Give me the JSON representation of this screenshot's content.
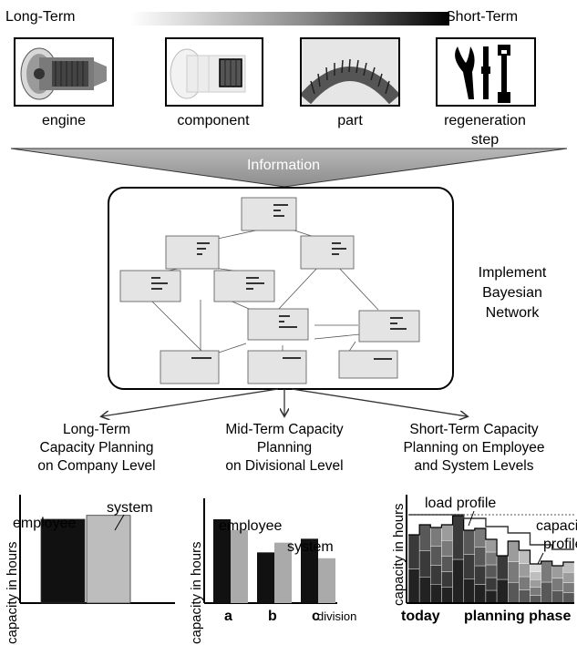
{
  "scale": {
    "left_label": "Long-Term",
    "right_label": "Short-Term"
  },
  "objects": [
    {
      "label": "engine",
      "icon": "engine-icon"
    },
    {
      "label": "component",
      "icon": "component-icon"
    },
    {
      "label": "part",
      "icon": "part-icon"
    },
    {
      "label": "regeneration step",
      "icon": "tools-icon"
    }
  ],
  "funnel_label": "Information",
  "network": {
    "caption": "Implement Bayesian Network",
    "caption_lines": [
      "Implement",
      "Bayesian",
      "Network"
    ]
  },
  "outputs": {
    "long": [
      "Long-Term",
      "Capacity Planning",
      "on Company Level"
    ],
    "mid": [
      "Mid-Term Capacity",
      "Planning",
      "on Divisional Level"
    ],
    "short": [
      "Short-Term Capacity",
      "Planning on Employee",
      "and System Levels"
    ]
  },
  "chart_data": [
    {
      "type": "bar",
      "ylabel": "capacity in hours",
      "series": [
        {
          "name": "employee",
          "values": [
            8.6
          ],
          "color": "#111111"
        },
        {
          "name": "system",
          "values": [
            9.0
          ],
          "color": "#bdbdbd"
        }
      ],
      "ylim": [
        0,
        10
      ]
    },
    {
      "type": "bar",
      "ylabel": "capacity in hours",
      "xlabel": "division",
      "categories": [
        "a",
        "b",
        "c"
      ],
      "series": [
        {
          "name": "employee",
          "values": [
            8.6,
            5.2,
            6.6
          ],
          "color": "#111111"
        },
        {
          "name": "system",
          "values": [
            7.5,
            6.2,
            4.6
          ],
          "color": "#aaaaaa"
        }
      ],
      "ylim": [
        0,
        10
      ]
    },
    {
      "type": "area",
      "ylabel": "capacity in hours",
      "xlabel_left": "today",
      "xlabel_right": "planning phase",
      "annotations": [
        "load profile",
        "capacity profile"
      ],
      "load_profile": [
        7.5,
        8.6,
        8.3,
        8.6,
        9.6,
        8.0,
        8.2,
        7.0,
        5.2,
        6.8,
        5.8,
        4.3,
        4.6,
        4.1,
        4.5
      ],
      "capacity_profile": [
        9.7,
        9.7,
        9.7,
        9.7,
        9.7,
        9.3,
        9.3,
        8.4,
        8.4,
        7.7,
        7.7,
        6.4,
        6.4,
        5.9,
        5.9
      ],
      "ylim": [
        0,
        11
      ]
    }
  ]
}
